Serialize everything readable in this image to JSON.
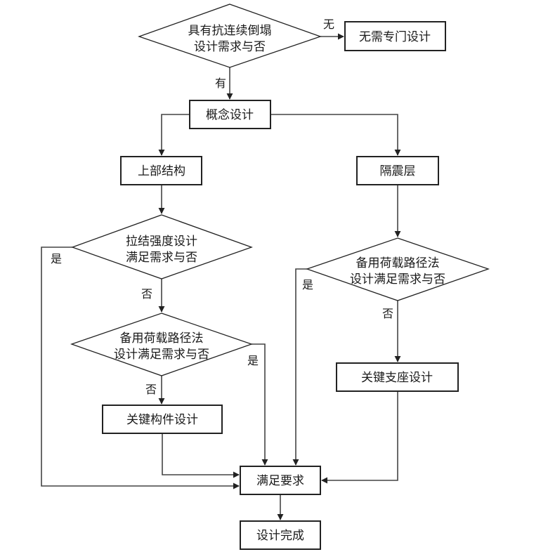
{
  "diagram": {
    "type": "flowchart",
    "colors": {
      "line": "#444444",
      "border": "#222222",
      "text": "#1a1a1a",
      "background": "#ffffff"
    },
    "nodes": [
      {
        "id": "n1",
        "shape": "diamond",
        "lines": [
          "具有抗连续倒塌",
          "设计需求与否"
        ]
      },
      {
        "id": "n2",
        "shape": "box",
        "lines": [
          "无需专门设计"
        ]
      },
      {
        "id": "n3",
        "shape": "box",
        "lines": [
          "概念设计"
        ]
      },
      {
        "id": "n4",
        "shape": "box",
        "lines": [
          "上部结构"
        ]
      },
      {
        "id": "n5",
        "shape": "box",
        "lines": [
          "隔震层"
        ]
      },
      {
        "id": "n6",
        "shape": "diamond",
        "lines": [
          "拉结强度设计",
          "满足需求与否"
        ]
      },
      {
        "id": "n7",
        "shape": "diamond",
        "lines": [
          "备用荷载路径法",
          "设计满足需求与否"
        ]
      },
      {
        "id": "n8",
        "shape": "box",
        "lines": [
          "关键构件设计"
        ]
      },
      {
        "id": "n9",
        "shape": "diamond",
        "lines": [
          "备用荷载路径法",
          "设计满足需求与否"
        ]
      },
      {
        "id": "n10",
        "shape": "box",
        "lines": [
          "关键支座设计"
        ]
      },
      {
        "id": "n11",
        "shape": "box",
        "lines": [
          "满足要求"
        ]
      },
      {
        "id": "n12",
        "shape": "box",
        "lines": [
          "设计完成"
        ]
      }
    ],
    "edges": [
      {
        "id": "e1",
        "from": "n1",
        "to": "n2",
        "label": "无"
      },
      {
        "id": "e2",
        "from": "n1",
        "to": "n3",
        "label": "有"
      },
      {
        "id": "e3",
        "from": "n3",
        "to": "n4",
        "label": ""
      },
      {
        "id": "e4",
        "from": "n3",
        "to": "n5",
        "label": ""
      },
      {
        "id": "e5",
        "from": "n4",
        "to": "n6",
        "label": ""
      },
      {
        "id": "e6",
        "from": "n6",
        "to": "n11",
        "label": "是"
      },
      {
        "id": "e7",
        "from": "n6",
        "to": "n7",
        "label": "否"
      },
      {
        "id": "e8",
        "from": "n7",
        "to": "n11",
        "label": "是"
      },
      {
        "id": "e9",
        "from": "n7",
        "to": "n8",
        "label": "否"
      },
      {
        "id": "e10",
        "from": "n8",
        "to": "n11",
        "label": ""
      },
      {
        "id": "e11",
        "from": "n5",
        "to": "n9",
        "label": ""
      },
      {
        "id": "e12",
        "from": "n9",
        "to": "n11",
        "label": "是"
      },
      {
        "id": "e13",
        "from": "n9",
        "to": "n10",
        "label": "否"
      },
      {
        "id": "e14",
        "from": "n10",
        "to": "n11",
        "label": ""
      },
      {
        "id": "e15",
        "from": "n11",
        "to": "n12",
        "label": ""
      }
    ]
  }
}
